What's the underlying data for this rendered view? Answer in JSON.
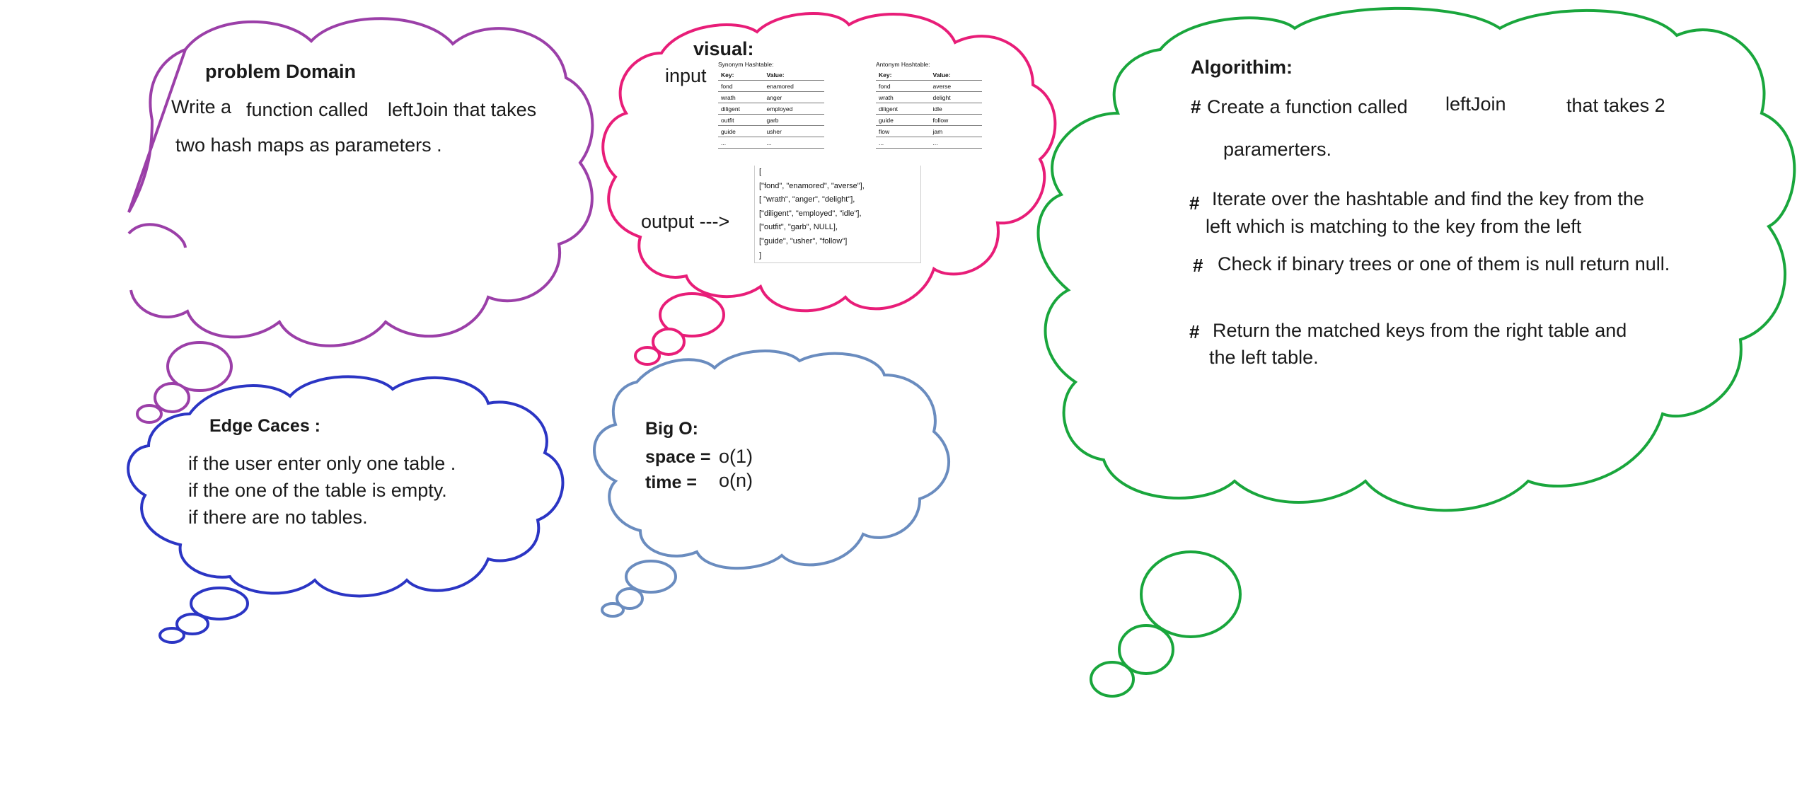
{
  "colors": {
    "problem_cloud": "#9b3fa8",
    "visual_cloud": "#e81d78",
    "algorithm_cloud": "#19a63c",
    "edge_cloud": "#2b35c4",
    "bigo_cloud": "#6a8cbf"
  },
  "problem": {
    "title": "problem Domain",
    "line1_a": "Write a",
    "line1_b": "function called",
    "line1_c": "leftJoin that takes",
    "line2": "two hash maps as parameters ."
  },
  "visual": {
    "title": "visual:",
    "input_label": "input",
    "output_label": "output  --->",
    "synonyms": {
      "caption": "Synonym Hashtable:",
      "headers": [
        "Key:",
        "Value:"
      ],
      "rows": [
        [
          "fond",
          "enamored"
        ],
        [
          "wrath",
          "anger"
        ],
        [
          "diligent",
          "employed"
        ],
        [
          "outfit",
          "garb"
        ],
        [
          "guide",
          "usher"
        ],
        [
          "...",
          "..."
        ]
      ]
    },
    "antonyms": {
      "caption": "Antonym Hashtable:",
      "headers": [
        "Key:",
        "Value:"
      ],
      "rows": [
        [
          "fond",
          "averse"
        ],
        [
          "wrath",
          "delight"
        ],
        [
          "diligent",
          "idle"
        ],
        [
          "guide",
          "follow"
        ],
        [
          "flow",
          "jam"
        ],
        [
          "...",
          "..."
        ]
      ]
    },
    "output_lines": [
      "[",
      "[\"fond\", \"enamored\", \"averse\"],",
      "[ \"wrath\", \"anger\", \"delight\"],",
      "[\"diligent\", \"employed\", \"idle\"],",
      "[\"outfit\", \"garb\", NULL],",
      "[\"guide\", \"usher\", \"follow\"]",
      "]"
    ]
  },
  "algorithm": {
    "title": "Algorithim:",
    "bullet": "#",
    "step1_a": "Create  a function called",
    "step1_b": "leftJoin",
    "step1_c": "that takes 2",
    "step1_d": "paramerters.",
    "step2_a": "Iterate over the hashtable and find the key from the",
    "step2_b": "left  which is  matching to the key from the left",
    "step3": "Check if binary trees or one of them is null return null.",
    "step4_a": "Return the matched keys from the right table and",
    "step4_b": "the left table."
  },
  "edge": {
    "title": "Edge Caces :",
    "line1": "if the user enter only one table .",
    "line2": "if the one of the table is empty.",
    "line3": "if there are no tables."
  },
  "bigo": {
    "title": "Big O:",
    "space_label": "space =",
    "space_value": "o(1)",
    "time_label": "time =",
    "time_value": "o(n)"
  }
}
